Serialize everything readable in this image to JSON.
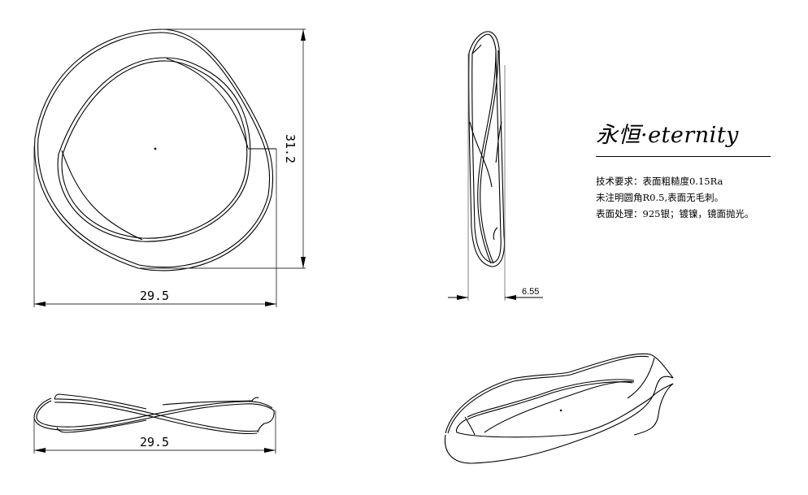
{
  "drawing": {
    "title": "永恒·eternity",
    "notes": [
      "技术要求：表面粗糙度0.15Ra",
      "未注明圆角R0.5,表面无毛刺。",
      "表面处理：925银；镀镍，镜面抛光。"
    ],
    "views": {
      "front": {
        "width_dim": "29.5",
        "height_dim": "31.2"
      },
      "side": {
        "thickness_dim": "6.55"
      },
      "top": {
        "width_dim": "29.5"
      },
      "isometric": {}
    },
    "colors": {
      "line": "#000000",
      "extension_line": "#6b6b6b",
      "background": "#ffffff"
    }
  }
}
